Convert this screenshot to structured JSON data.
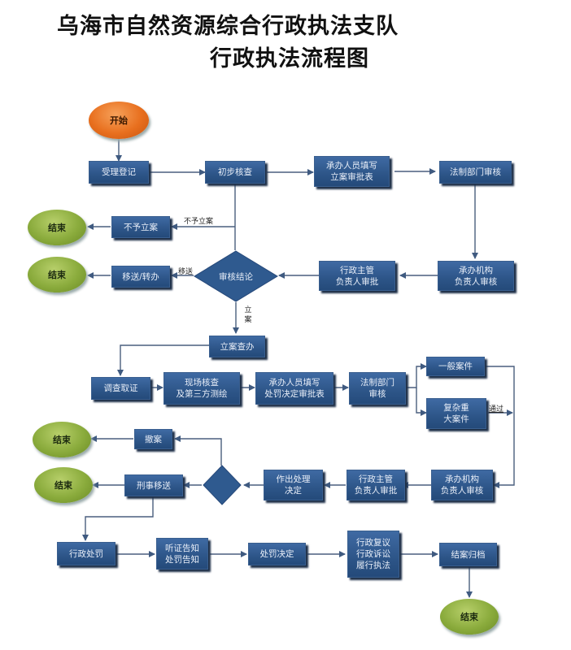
{
  "title": {
    "line1": "乌海市自然资源综合行政执法支队",
    "line2": "行政执法流程图"
  },
  "nodes": {
    "start": "开始",
    "register": "受理登记",
    "preliminary_check": "初步核查",
    "fill_filing_form": "承办人员填写\n立案审批表",
    "legal_review_1": "法制部门审核",
    "not_filed": "不予立案",
    "end_1": "结束",
    "transfer": "移送/转办",
    "end_2": "结束",
    "review_conclusion": "审核结论",
    "admin_head_approve_1": "行政主管\n负责人审批",
    "org_head_review_1": "承办机构\n负责人审核",
    "case_handling": "立案查办",
    "investigation": "调查取证",
    "site_check": "现场核查\n及第三方测绘",
    "fill_penalty_form": "承办人员填写\n处罚决定审批表",
    "legal_review_2": "法制部门\n审核",
    "ordinary_case": "一般案件",
    "complex_case": "复杂重\n大案件",
    "withdraw_case": "撤案",
    "end_3": "结束",
    "criminal_transfer": "刑事移送",
    "end_4": "结束",
    "decision_diamond": "",
    "make_decision": "作出处理\n决定",
    "admin_head_approve_2": "行政主管\n负责人审批",
    "org_head_review_2": "承办机构\n负责人审核",
    "admin_penalty": "行政处罚",
    "hearing_notice": "听证告知\n处罚告知",
    "penalty_decision": "处罚决定",
    "review_litigation": "行政复议\n行政诉讼\n履行执法",
    "archive": "结案归档",
    "end_5": "结束"
  },
  "edge_labels": {
    "not_filed": "不予立案",
    "transfer": "移送",
    "filed": "立案",
    "passed": "通过"
  },
  "colors": {
    "box": "#2d5588",
    "start": "#e86f1e",
    "end": "#8aab3c",
    "edge": "#4a5f7e"
  }
}
